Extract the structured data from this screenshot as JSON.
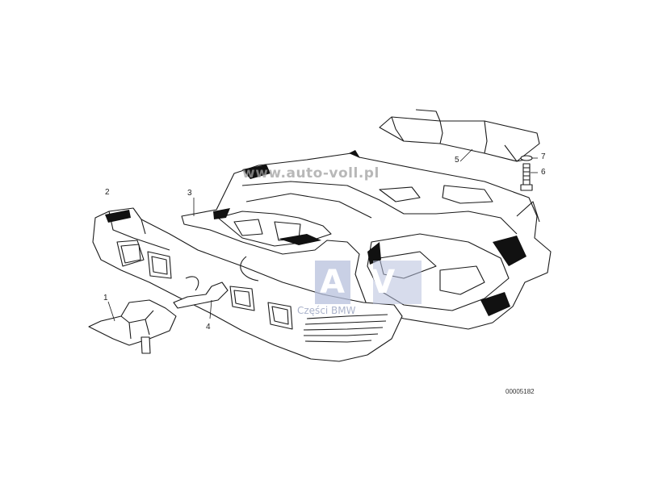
{
  "callouts": {
    "c1": "1",
    "c2": "2",
    "c3": "3",
    "c4": "4",
    "c5": "5",
    "c6": "6",
    "c7": "7"
  },
  "watermark": {
    "url": "www.auto-voll.pl",
    "logo": "AV",
    "subtitle": "Części BMW"
  },
  "drawing_id": "00005182",
  "colors": {
    "line": "#1a1a1a",
    "shadow": "#111111",
    "watermark_box": "#b7c0dc"
  }
}
